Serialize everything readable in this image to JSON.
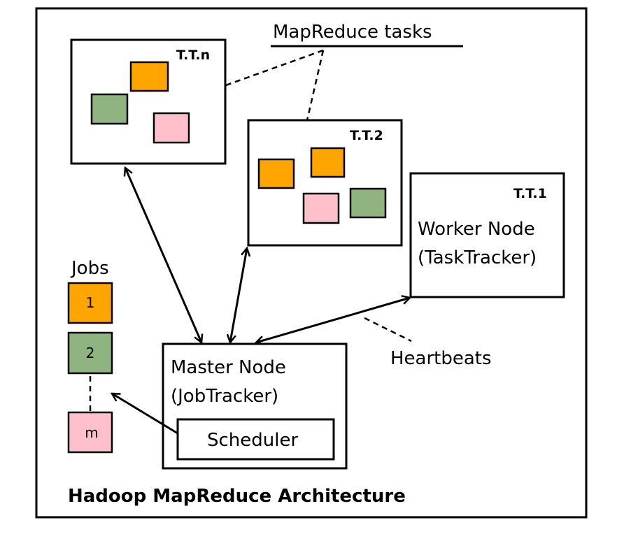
{
  "title": "Hadoop MapReduce Architecture",
  "mapreduce_tasks_label": "MapReduce tasks",
  "heartbeats_label": "Heartbeats",
  "jobs_label": "Jobs",
  "jobs": [
    "1",
    "2",
    "m"
  ],
  "task_trackers": {
    "n": "T.T.n",
    "two": "T.T.2",
    "one": "T.T.1"
  },
  "worker_node": {
    "line1": "Worker Node",
    "line2": "(TaskTracker)"
  },
  "master_node": {
    "line1": "Master Node",
    "line2": "(JobTracker)",
    "scheduler": "Scheduler"
  },
  "colors": {
    "orange": "#ffa500",
    "green": "#8fb47f",
    "pink": "#ffc0cb"
  }
}
